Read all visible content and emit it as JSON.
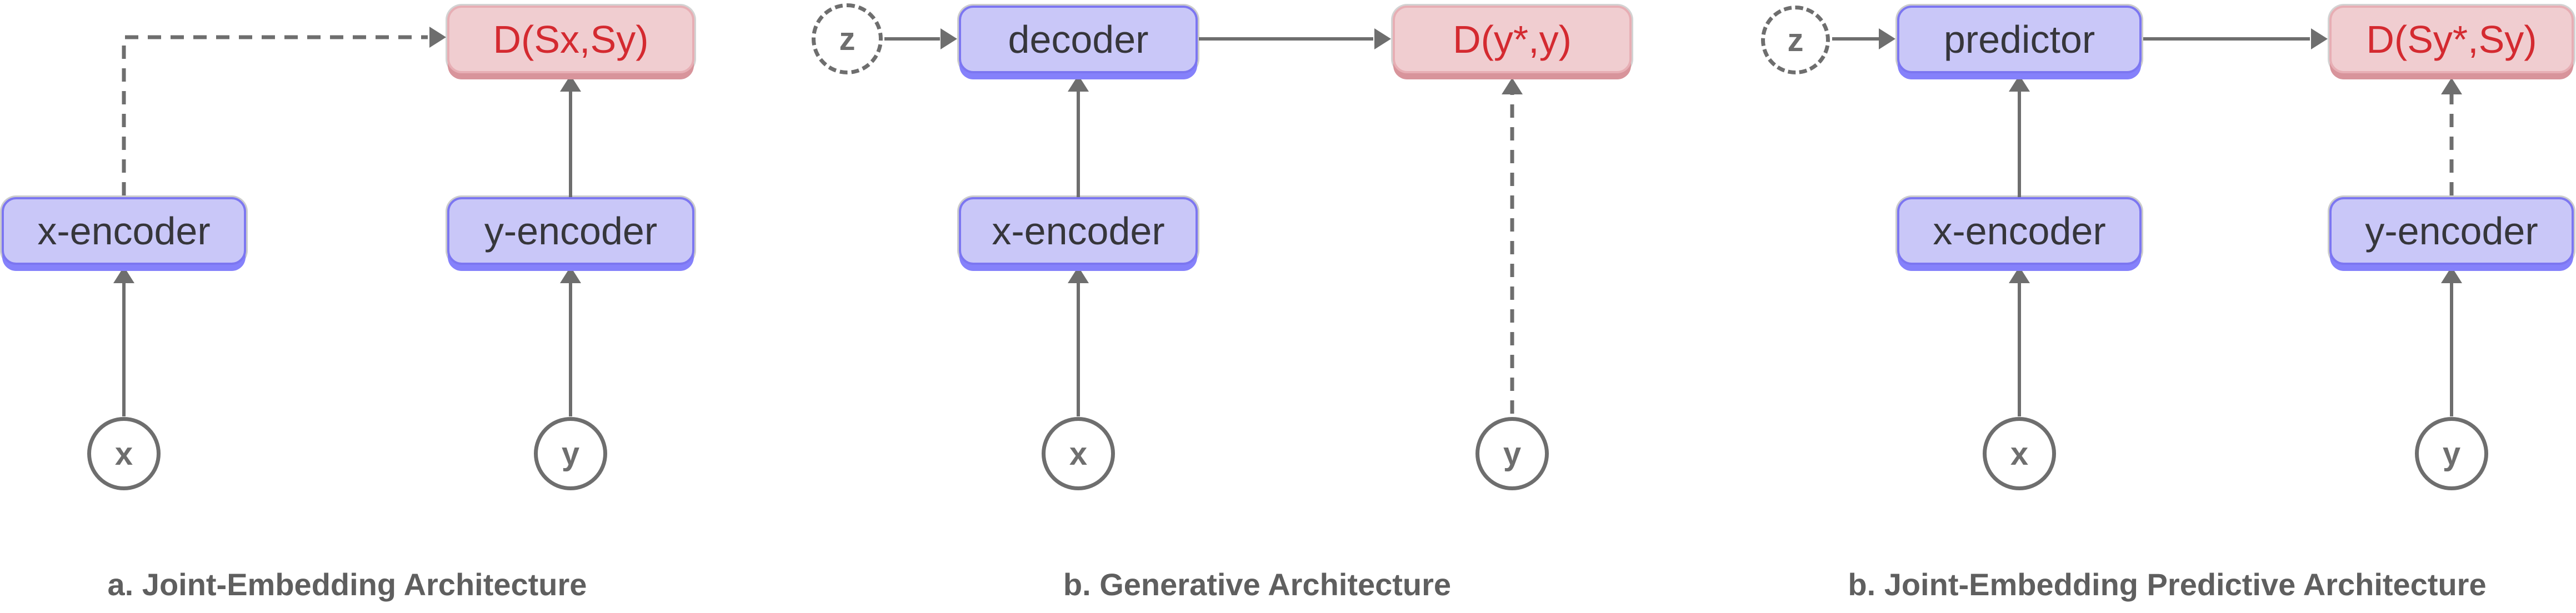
{
  "figure": {
    "colors": {
      "encoder_fill": "#c9c7f8",
      "encoder_border": "#7c76f1",
      "encoder_shadow": "#8581fb",
      "cost_fill": "#f0cdd0",
      "cost_border": "#e7aeb4",
      "cost_shadow": "#d8949b",
      "cost_text": "#d42a30",
      "node_text": "#36363b",
      "line_gray": "#6e6e6e",
      "caption_gray": "#5f5f5f"
    },
    "panels": [
      {
        "caption": "a. Joint-Embedding Architecture",
        "cost_label": "D(Sx,Sy)",
        "x_encoder_label": "x-encoder",
        "y_encoder_label": "y-encoder",
        "x_label": "x",
        "y_label": "y"
      },
      {
        "caption": "b. Generative Architecture",
        "latent_label": "z",
        "decoder_label": "decoder",
        "cost_label": "D(y*,y)",
        "x_encoder_label": "x-encoder",
        "x_label": "x",
        "y_label": "y"
      },
      {
        "caption": "b. Joint-Embedding Predictive Architecture",
        "latent_label": "z",
        "predictor_label": "predictor",
        "cost_label": "D(Sy*,Sy)",
        "x_encoder_label": "x-encoder",
        "y_encoder_label": "y-encoder",
        "x_label": "x",
        "y_label": "y"
      }
    ]
  }
}
